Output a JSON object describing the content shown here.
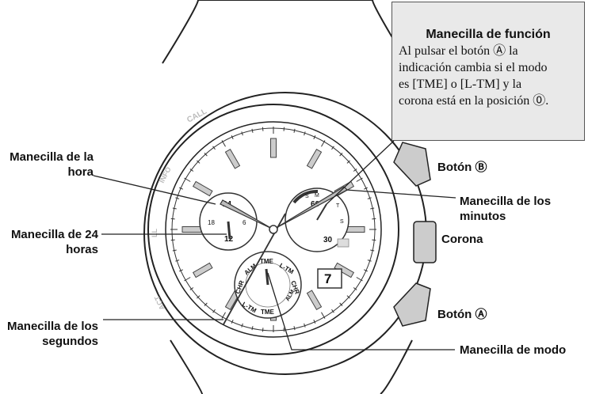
{
  "callout": {
    "title": "Manecilla de función",
    "body_lines": [
      "Al pulsar el botón Ⓐ la",
      "indicación cambia si el modo",
      "es [TME] o [L-TM] y la",
      "corona está en la posición ⓪."
    ]
  },
  "labels": {
    "hour_hand": [
      "Manecilla de la",
      "hora"
    ],
    "hand_24h": [
      "Manecilla de 24",
      "horas"
    ],
    "seconds_hand": [
      "Manecilla de los",
      "segundos"
    ],
    "button_b": "Botón Ⓑ",
    "minutes_hand": [
      "Manecilla de los",
      "minutos"
    ],
    "crown": "Corona",
    "button_a": "Botón Ⓐ",
    "mode_hand": "Manecilla de modo"
  },
  "dial": {
    "bezel_marks": [
      "CALL",
      "INFO",
      "LL",
      "ACT"
    ],
    "subdial_24h": [
      "24",
      "6",
      "12",
      "18"
    ],
    "subdial_minutes": [
      "60",
      "30",
      "S",
      "M",
      "T",
      "S"
    ],
    "subdial_mode": [
      "TME",
      "L-TM",
      "CHR",
      "ALM",
      "TME",
      "L-TM",
      "CHR",
      "ALM"
    ],
    "date": "7"
  }
}
